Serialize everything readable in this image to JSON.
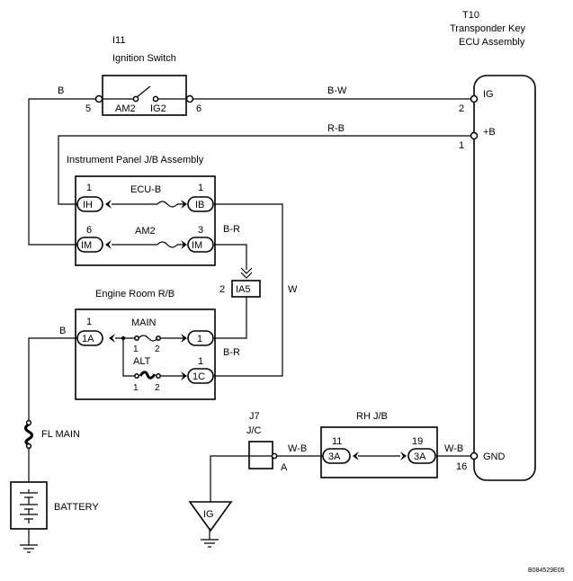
{
  "ecu": {
    "id": "T10",
    "name_line1": "Transponder Key",
    "name_line2": "ECU Assembly",
    "pins": [
      {
        "num": "2",
        "name": "IG"
      },
      {
        "num": "1",
        "name": "+B"
      },
      {
        "num": "16",
        "name": "GND"
      }
    ]
  },
  "ignition": {
    "id": "I11",
    "name": "Ignition Switch",
    "pin_left": "5",
    "pin_right": "6",
    "contact_left": "AM2",
    "contact_right": "IG2"
  },
  "ip_jb": {
    "name": "Instrument Panel J/B Assembly",
    "row1": {
      "left_num": "1",
      "left_conn": "IH",
      "fuse": "ECU-B",
      "right_num": "1",
      "right_conn": "IB"
    },
    "row2": {
      "left_num": "6",
      "left_conn": "IM",
      "fuse": "AM2",
      "right_num": "3",
      "right_conn": "IM"
    }
  },
  "ia5": {
    "num": "2",
    "conn": "IA5"
  },
  "er_rb": {
    "name": "Engine Room R/B",
    "main": {
      "left_num": "1",
      "left_conn": "1A",
      "fuse": "MAIN",
      "fuse_pin1": "1",
      "fuse_pin2": "2",
      "right_num": "",
      "right_conn": "1"
    },
    "alt": {
      "fuse": "ALT",
      "fuse_pin1": "1",
      "fuse_pin2": "2",
      "right_num": "1",
      "right_conn": "1C"
    }
  },
  "rh_jb": {
    "name": "RH J/B",
    "left_num": "11",
    "left_conn": "3A",
    "right_num": "19",
    "right_conn": "3A"
  },
  "jc": {
    "id": "J7",
    "name": "J/C",
    "pin": "A"
  },
  "ground_label": "IG",
  "fl_main": "FL MAIN",
  "battery": "BATTERY",
  "wires": {
    "b_top": "B",
    "bw": "B-W",
    "rb": "R-B",
    "br_top": "B-R",
    "w": "W",
    "br_bot": "B-R",
    "b_left": "B",
    "wb_left": "W-B",
    "wb_right": "W-B"
  },
  "code": "B084529E05"
}
